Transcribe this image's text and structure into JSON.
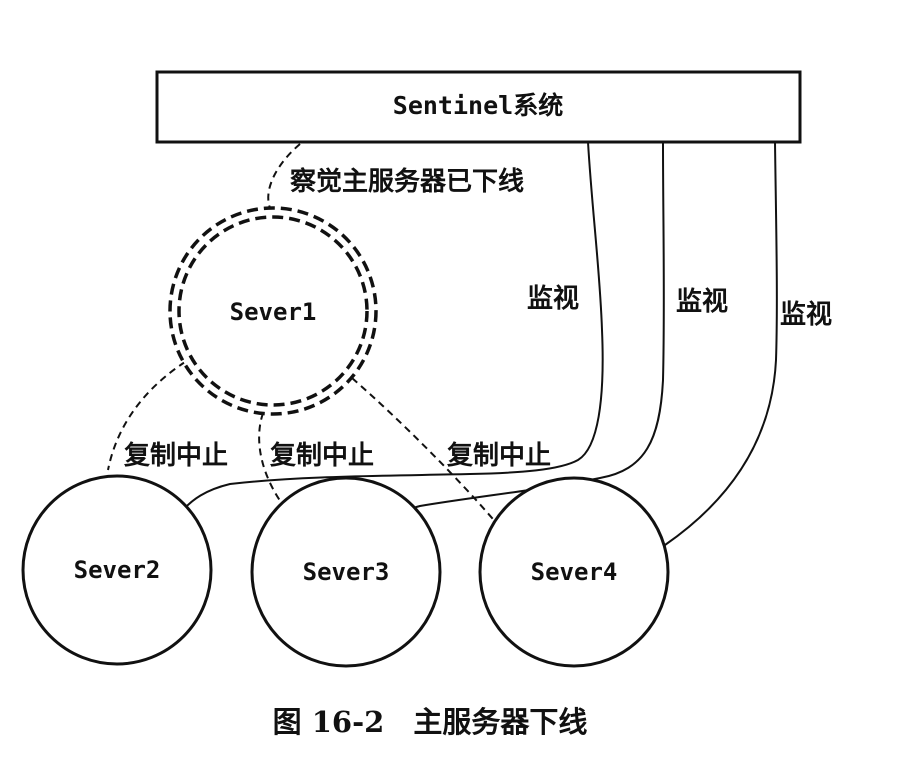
{
  "sentinel_box": {
    "label": "Sentinel系统"
  },
  "servers": {
    "master": "Sever1",
    "slave_a": "Sever2",
    "slave_b": "Sever3",
    "slave_c": "Sever4"
  },
  "edge_labels": {
    "detect_offline": "察觉主服务器已下线",
    "monitor_1": "监视",
    "monitor_2": "监视",
    "monitor_3": "监视",
    "replication_stop_1": "复制中止",
    "replication_stop_2": "复制中止",
    "replication_stop_3": "复制中止"
  },
  "caption": {
    "text": "图 16-2　主服务器下线"
  },
  "colors": {
    "stroke": "#111111",
    "background": "#ffffff"
  }
}
